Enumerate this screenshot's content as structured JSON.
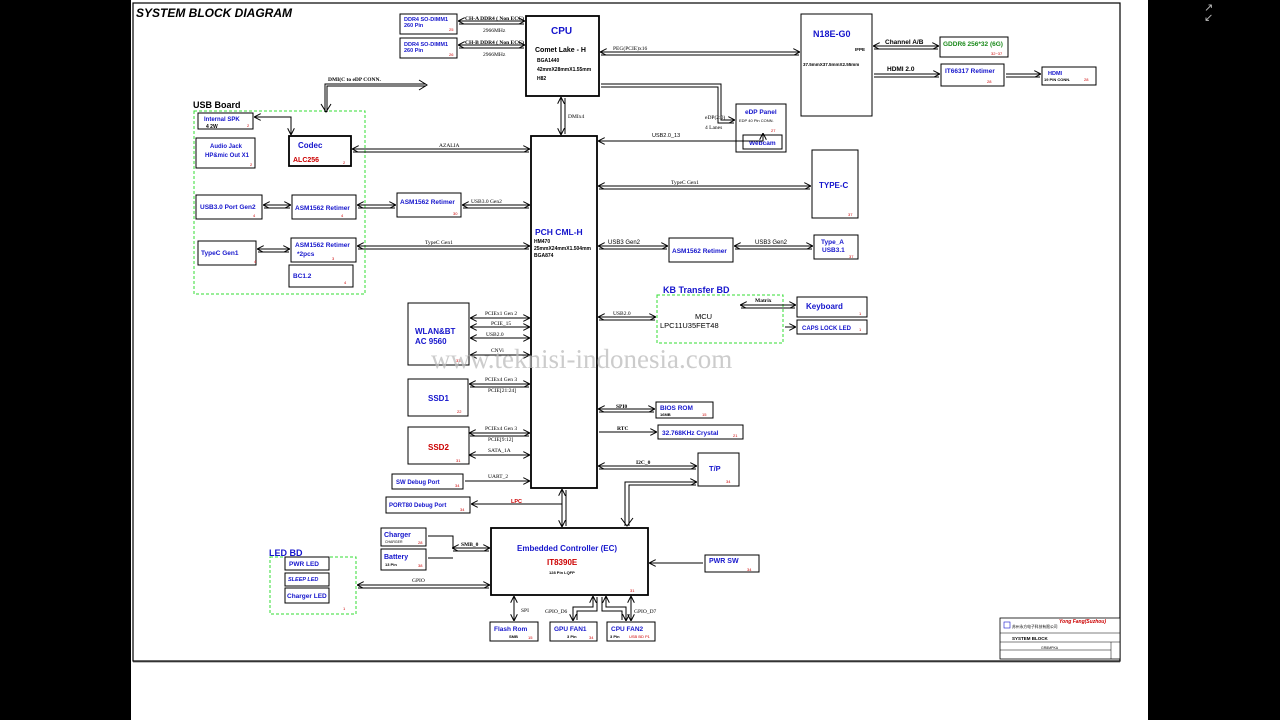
{
  "title": "SYSTEM BLOCK DIAGRAM",
  "watermark": "www.teknisi-indonesia.com",
  "colors": {
    "text_blue": "#1515cc",
    "text_red": "#cc0000",
    "text_green": "#1a8a1a",
    "group_border_green": "#33dd33",
    "line": "#000000"
  },
  "groups": {
    "usb_board": "USB Board",
    "led_bd": "LED BD",
    "kb_transfer_bd": "KB Transfer BD"
  },
  "blocks": {
    "ddr4_a": {
      "line1": "DDR4 SO-DIMM1",
      "line2": "260 Pin",
      "page": "25"
    },
    "ddr4_b": {
      "line1": "DDR4 SO-DIMM1",
      "line2": "260 Pin",
      "page": "26"
    },
    "cpu": {
      "title": "CPU",
      "name": "Comet Lake - H",
      "pkg": "BGA1440",
      "size": "42mmX28mmX1.55mm",
      "step": "H82"
    },
    "gpu": {
      "title": "N18E-G0",
      "ifpe": "IFPE",
      "size": "37.5mmX37.5mmX2.55mm"
    },
    "gddr6": {
      "label": "GDDR6 256*32 (6G)",
      "page": "32~37"
    },
    "it66317": {
      "label": "IT66317 Retimer",
      "page": "28"
    },
    "hdmi": {
      "label": "HDMI",
      "sub": "19 PIN CONN.",
      "page": "28"
    },
    "edp_panel": {
      "label": "eDP Panel",
      "sub": "EDP 40 Pin CONN.",
      "page": "27"
    },
    "webcam": {
      "label": "Webcam"
    },
    "internal_spk": {
      "label": "Internal SPK",
      "sub": "4  2W",
      "page": "2"
    },
    "codec": {
      "label": "Codec",
      "part": "ALC256",
      "page": "2"
    },
    "audio_jack": {
      "line1": "Audio Jack",
      "line2": "HP&mic Out X1",
      "page": "2"
    },
    "usb30_port": {
      "label": "USB3.0 Port Gen2",
      "page": "4"
    },
    "asm_retimer_1": {
      "label": "ASM1562 Retimer",
      "page": "4"
    },
    "asm_retimer_2": {
      "label": "ASM1562 Retimer",
      "page": "30"
    },
    "typec_gen1": {
      "label": "TypeC Gen1",
      "page": "4"
    },
    "asm_retimer_3": {
      "line1": "ASM1562 Retimer",
      "line2": "*2pcs",
      "page": "3"
    },
    "bc12": {
      "label": "BC1.2",
      "page": "4"
    },
    "pch": {
      "title": "PCH CML-H",
      "name": "HM470",
      "size": "25mmX24mmX1.504mm",
      "pkg": "BGA874"
    },
    "typec_right": {
      "label": "TYPE-C",
      "page": "37"
    },
    "asm_retimer_4": {
      "label": "ASM1562 Retimer"
    },
    "type_a": {
      "line1": "Type_A",
      "line2": "USB3.1",
      "page": "37"
    },
    "wlan": {
      "line1": "WLAN&BT",
      "line2": "AC 9560",
      "page": "33"
    },
    "mcu": {
      "line1": "MCU",
      "line2": "LPC11U35FET48"
    },
    "keyboard": {
      "label": "Keyboard",
      "page": "1"
    },
    "caps_led": {
      "label": "CAPS LOCK LED",
      "page": "1"
    },
    "ssd1": {
      "label": "SSD1",
      "page": "22"
    },
    "bios_rom": {
      "label": "BIOS ROM",
      "sub": "16MB",
      "page": "15"
    },
    "crystal": {
      "label": "32.768KHz Crystal",
      "page": "21"
    },
    "ssd2": {
      "label": "SSD2",
      "page": "31"
    },
    "tp": {
      "label": "T/P",
      "page": "34"
    },
    "sw_debug": {
      "label": "SW Debug Port",
      "page": "34"
    },
    "port80": {
      "label": "PORT80 Debug Port",
      "page": "34"
    },
    "charger": {
      "label": "Charger",
      "sub": "CHARGER",
      "page": "28"
    },
    "battery": {
      "label": "Battery",
      "sub": "13 Pin",
      "page": "38"
    },
    "ec": {
      "title": "Embedded Controller (EC)",
      "part": "IT8390E",
      "pkg": "128 Pin LQFP",
      "page": "31"
    },
    "pwr_sw": {
      "label": "PWR SW",
      "page": "34"
    },
    "pwr_led": {
      "label": "PWR LED"
    },
    "sleep_led": {
      "label": "SLEEP  LED"
    },
    "charger_led": {
      "label": "Charger LED",
      "page": "1"
    },
    "flash_rom": {
      "label": "Flash Rom",
      "sub": "SMB",
      "page": "15"
    },
    "gpu_fan1": {
      "label": "GPU FAN1",
      "sub": "3 Pin",
      "page": "34"
    },
    "cpu_fan2": {
      "label": "CPU FAN2",
      "sub": "3 Pin",
      "extra": "USB BD P1"
    }
  },
  "signals": {
    "ch_a": "CH-A DDR4 ( Non ECC)",
    "ch_b": "CH-B DDR4 ( Non ECC)",
    "freq_a": "2966MHz",
    "freq_b": "2966MHz",
    "peg": "PEG(PCIE)x16",
    "channel_ab": "Channel A/B",
    "hdmi20": "HDMI 2.0",
    "dmi_edp": "DMI(C to eDP CONN.",
    "dmi_x4": "DMIx4",
    "edp": "eDP(2:0)",
    "four_lanes": "4 Lanes",
    "usb20_13": "USB2.0_13",
    "azalia": "AZALIA",
    "typec_gen1_top": "TypeC Gen1",
    "usb30_gen2": "USB3.0 Gen2",
    "typec_gen1_mid": "TypeC Gen1",
    "usb3_gen2_l": "USB3 Gen2",
    "usb3_gen2_r": "USB3 Gen2",
    "pciex1_gen2": "PCIEx1 Gen 2",
    "pcie_15": "PCIE_15",
    "usb20_w": "USB2.0",
    "cnvi": "CNVi",
    "usb20_kb": "USB2.0",
    "matrix": "Matrix",
    "pciex4_gen3_a": "PCIEx4 Gen 3",
    "pcie_21_24": "PCIE[21:24]",
    "spi0": "SPI0",
    "rtc": "RTC",
    "pciex4_gen3_b": "PCIEx4 Gen 3",
    "pcie_9_12": "PCIE[9:12]",
    "sata": "SATA_1A",
    "i2c": "I2C_0",
    "uart": "UART_2",
    "lpc": "LPC",
    "smb": "SMB_0",
    "gpio": "GPIO",
    "spi": "SPI",
    "gpio_d6": "GPIO_D6",
    "gpio_d7": "GPIO_D7"
  },
  "title_block": {
    "company": "Yong Fang(Suzhou)",
    "company_cn": "苏州永方电子科技有限公司",
    "block_label": "SYSTEM BLOCK",
    "model": "GR8MPKA"
  }
}
